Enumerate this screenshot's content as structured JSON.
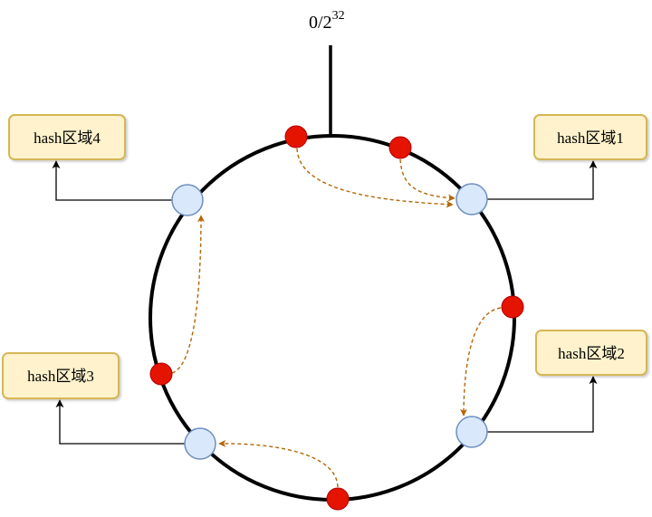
{
  "header": {
    "label_base": "0/2",
    "label_exponent": "32"
  },
  "regions": [
    {
      "label": "hash区域1"
    },
    {
      "label": "hash区域2"
    },
    {
      "label": "hash区域3"
    },
    {
      "label": "hash区域4"
    }
  ],
  "colors": {
    "ring": "#000000",
    "data_point_fill": "#e51400",
    "data_point_stroke": "#b20000",
    "node_fill": "#dae8fc",
    "node_stroke": "#6c8ebf",
    "region_fill": "#fff2cc",
    "region_stroke": "#d6b656",
    "mapping_arrow": "#b46504",
    "connector": "#000000"
  }
}
